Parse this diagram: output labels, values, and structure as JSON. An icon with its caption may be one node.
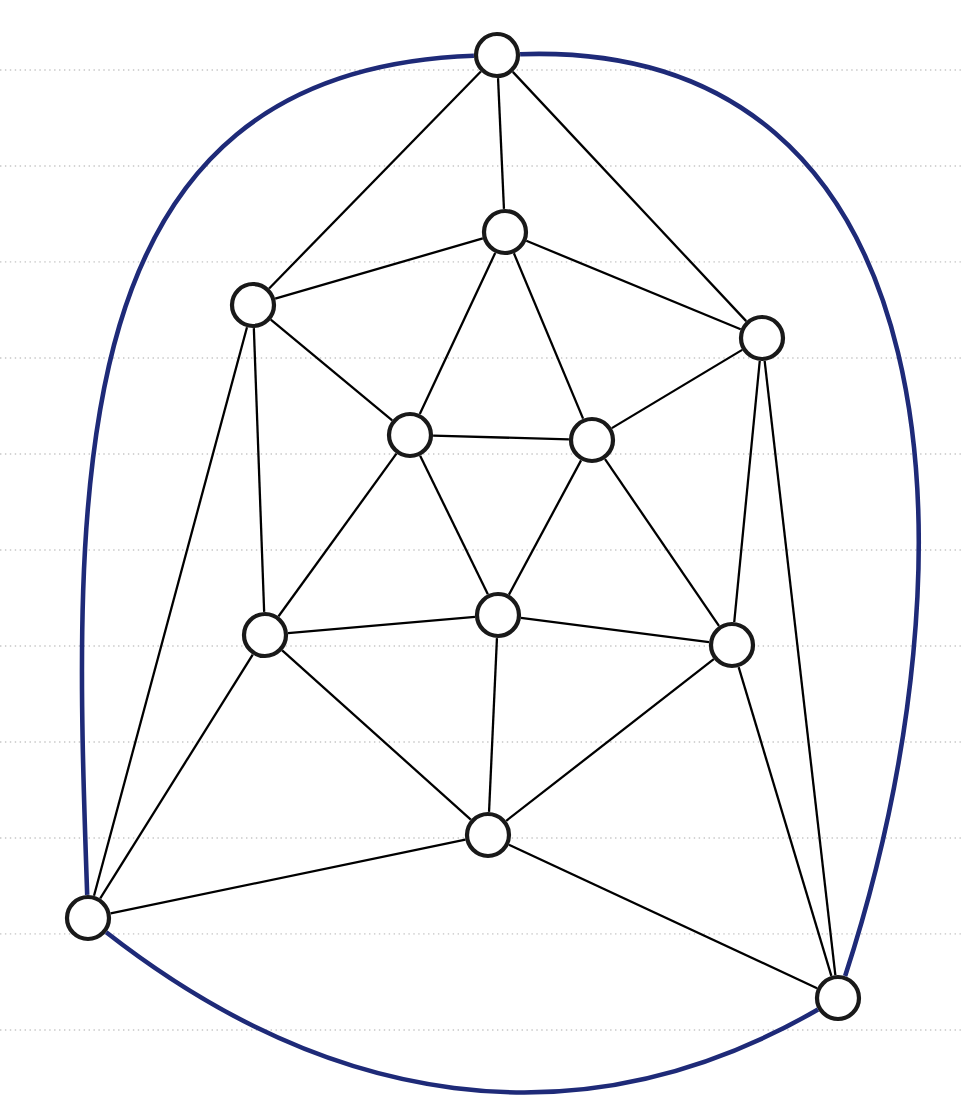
{
  "diagram": {
    "nodes": [
      {
        "text": [],
        "shape": "circle"
      },
      {
        "text": [],
        "shape": "circle"
      },
      {
        "text": [],
        "shape": "circle"
      },
      {
        "text": [],
        "shape": "circle"
      },
      {
        "text": [],
        "shape": "circle"
      },
      {
        "text": [],
        "shape": "circle"
      },
      {
        "text": [],
        "shape": "circle"
      },
      {
        "text": [],
        "shape": "circle"
      },
      {
        "text": [],
        "shape": "circle"
      },
      {
        "text": [],
        "shape": "circle"
      },
      {
        "text": [],
        "shape": "circle"
      },
      {
        "text": [],
        "shape": "circle"
      }
    ],
    "edges": [
      {
        "from": 0,
        "to": 1,
        "arrow": "none"
      },
      {
        "from": 0,
        "to": 2,
        "arrow": "none"
      },
      {
        "from": 0,
        "to": 3,
        "arrow": "none"
      },
      {
        "from": 1,
        "to": 2,
        "arrow": "none"
      },
      {
        "from": 1,
        "to": 3,
        "arrow": "none"
      },
      {
        "from": 1,
        "to": 4,
        "arrow": "none"
      },
      {
        "from": 1,
        "to": 5,
        "arrow": "none"
      },
      {
        "from": 2,
        "to": 4,
        "arrow": "none"
      },
      {
        "from": 2,
        "to": 6,
        "arrow": "none"
      },
      {
        "from": 2,
        "to": 10,
        "arrow": "none"
      },
      {
        "from": 3,
        "to": 5,
        "arrow": "none"
      },
      {
        "from": 3,
        "to": 8,
        "arrow": "none"
      },
      {
        "from": 3,
        "to": 11,
        "arrow": "none"
      },
      {
        "from": 4,
        "to": 5,
        "arrow": "none"
      },
      {
        "from": 4,
        "to": 6,
        "arrow": "none"
      },
      {
        "from": 4,
        "to": 7,
        "arrow": "none"
      },
      {
        "from": 5,
        "to": 7,
        "arrow": "none"
      },
      {
        "from": 5,
        "to": 8,
        "arrow": "none"
      },
      {
        "from": 6,
        "to": 7,
        "arrow": "none"
      },
      {
        "from": 6,
        "to": 9,
        "arrow": "none"
      },
      {
        "from": 6,
        "to": 10,
        "arrow": "none"
      },
      {
        "from": 7,
        "to": 8,
        "arrow": "none"
      },
      {
        "from": 7,
        "to": 9,
        "arrow": "none"
      },
      {
        "from": 8,
        "to": 9,
        "arrow": "none"
      },
      {
        "from": 8,
        "to": 11,
        "arrow": "none"
      },
      {
        "from": 9,
        "to": 10,
        "arrow": "none"
      },
      {
        "from": 9,
        "to": 11,
        "arrow": "none"
      },
      {
        "from": 0,
        "to": 10,
        "arrow": "none",
        "style": "thick",
        "color": "#1e2a78"
      },
      {
        "from": 10,
        "to": 11,
        "arrow": "none",
        "style": "thick",
        "color": "#1e2a78"
      },
      {
        "from": 11,
        "to": 0,
        "arrow": "none",
        "style": "thick",
        "color": "#1e2a78"
      }
    ]
  }
}
